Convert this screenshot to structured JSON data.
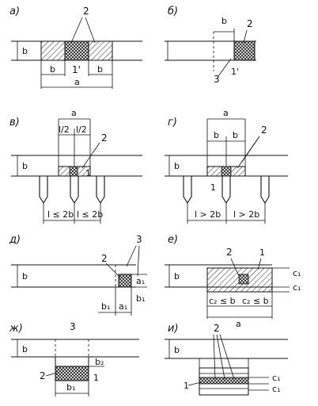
{
  "panels": [
    {
      "id": "a",
      "label": "а)"
    },
    {
      "id": "b",
      "label": "б)"
    },
    {
      "id": "v",
      "label": "в)"
    },
    {
      "id": "g",
      "label": "г)"
    },
    {
      "id": "d",
      "label": "д)"
    },
    {
      "id": "e",
      "label": "е)"
    },
    {
      "id": "zh",
      "label": "ж)"
    },
    {
      "id": "i",
      "label": "и)"
    }
  ],
  "labels": {
    "b": "b",
    "a": "a",
    "one": "1",
    "one_prime": "1'",
    "two": "2",
    "three": "3",
    "l_half": "l/2",
    "l_le_2b": "l ≤ 2b",
    "l_gt_2b": "l > 2b",
    "b1": "b₁",
    "a1": "a₁",
    "c1": "c₁",
    "c2_le_b": "c₂ ≤ b",
    "b2": "b₂"
  }
}
